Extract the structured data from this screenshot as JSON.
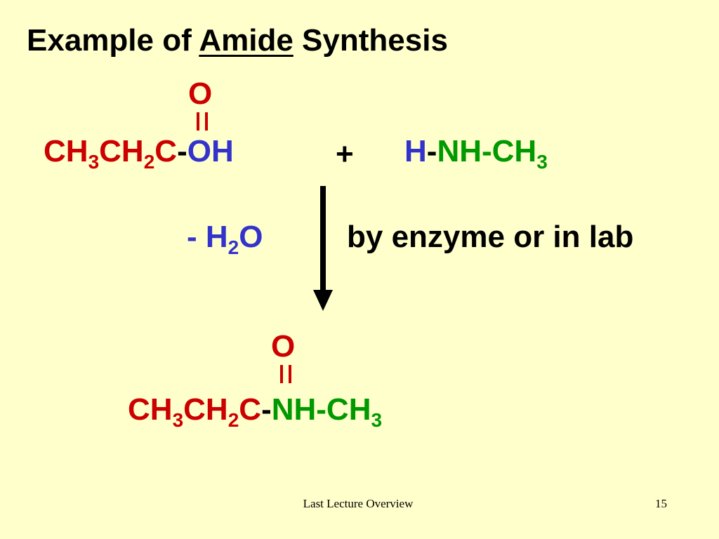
{
  "slide": {
    "title_prefix": "Example of ",
    "title_keyword": "Amide",
    "title_suffix": " Synthesis"
  },
  "reactant1": {
    "carbonyl_o": "O",
    "ch3": "CH",
    "ch3_sub": "3",
    "ch2": "CH",
    "ch2_sub": "2",
    "c": "C",
    "dash": "-",
    "oh": "OH"
  },
  "plus": "+",
  "reactant2": {
    "h": "H",
    "dash": "-",
    "nh_ch": "NH-CH",
    "nh_ch_sub": "3"
  },
  "conditions": {
    "water_prefix": "- H",
    "water_sub": "2",
    "water_suffix": "O",
    "note": "by enzyme or in lab"
  },
  "product": {
    "carbonyl_o": "O",
    "ch3": "CH",
    "ch3_sub": "3",
    "ch2": "CH",
    "ch2_sub": "2",
    "c": "C",
    "dash": "-",
    "nh_ch": "NH-CH",
    "nh_ch_sub": "3"
  },
  "footer": {
    "center": "Last Lecture Overview",
    "page": "15"
  },
  "colors": {
    "background": "#FFFFCC",
    "carbon_chain": "#CC0000",
    "hydroxyl_and_water": "#3333CC",
    "amine": "#009900"
  }
}
